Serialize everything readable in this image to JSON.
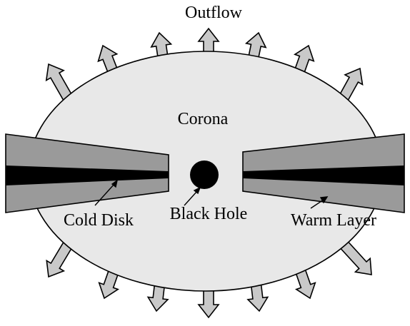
{
  "labels": {
    "outflow": "Outflow",
    "corona": "Corona",
    "cold_disk": "Cold Disk",
    "black_hole": "Black Hole",
    "warm_layer": "Warm Layer"
  },
  "colors": {
    "corona_fill": "#e8e8e8",
    "warm_layer_fill": "#9a9a9a",
    "cold_disk_fill": "#000000",
    "black_hole_fill": "#000000",
    "arrow_fill": "#c9c9c9",
    "stroke": "#000000"
  },
  "icons": {
    "outflow_arrows": "outflow-arrow-icon",
    "black_hole": "black-hole-icon"
  }
}
